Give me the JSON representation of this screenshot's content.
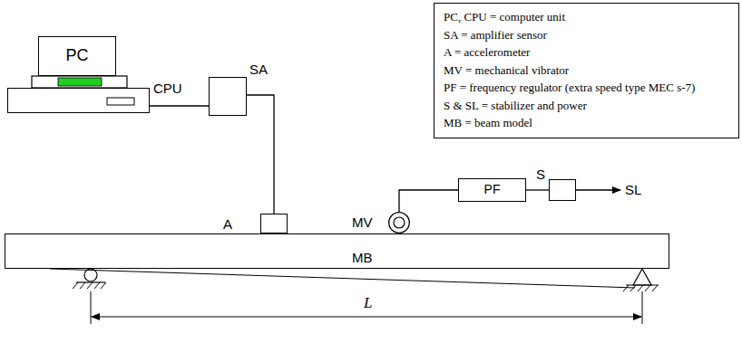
{
  "diagram": {
    "nodes": [
      {
        "text": [
          "PC"
        ]
      },
      {
        "text": [
          "CPU"
        ]
      },
      {
        "text": [
          "SA"
        ]
      },
      {
        "text": [
          "PF"
        ]
      },
      {
        "text": [
          "S"
        ]
      },
      {
        "text": [
          "A"
        ]
      },
      {
        "text": [
          "MV"
        ]
      },
      {
        "text": [
          "MB"
        ]
      }
    ],
    "edges": [
      {
        "from": 1,
        "to": 2,
        "arrow": "none"
      },
      {
        "from": 2,
        "to": 5,
        "arrow": "none"
      },
      {
        "from": 6,
        "to": 3,
        "arrow": "none"
      },
      {
        "from": 3,
        "to": 4,
        "arrow": "none"
      }
    ],
    "labels": [
      "L",
      "SL"
    ],
    "legend": [
      {
        "text": "PC, CPU = computer unit"
      },
      {
        "text": "SA = amplifier sensor"
      },
      {
        "text": "A = accelerometer"
      },
      {
        "text": "MV = mechanical vibrator"
      },
      {
        "text": "PF = frequency regulator (extra speed type MEC s-7)"
      },
      {
        "text": "S & SL = stabilizer and power"
      },
      {
        "text": "MB = beam model"
      }
    ]
  }
}
